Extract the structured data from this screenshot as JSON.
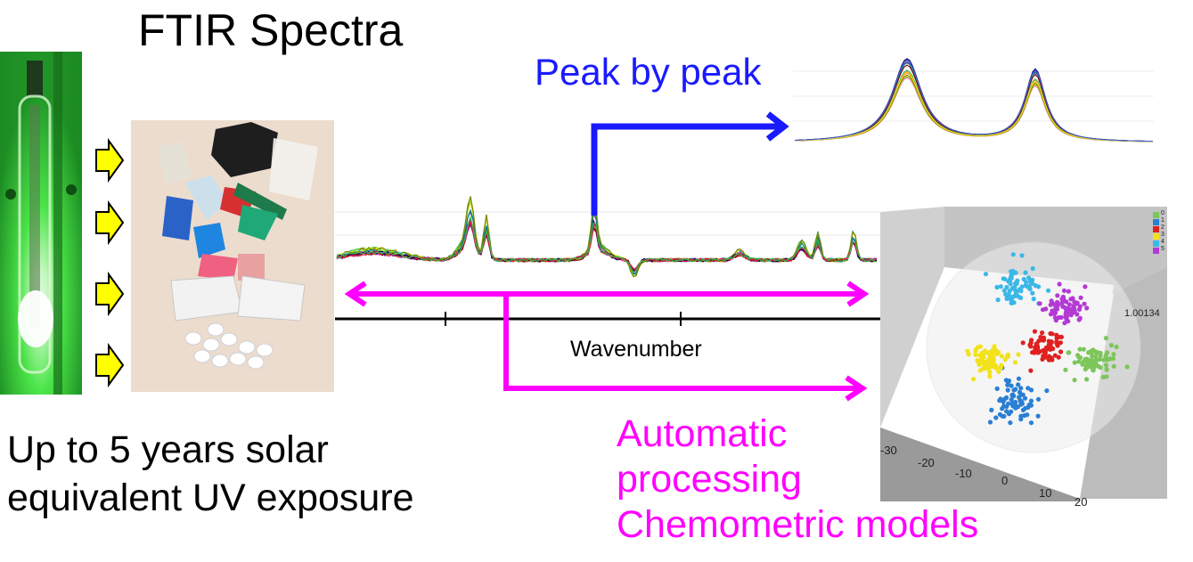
{
  "title": "FTIR Spectra",
  "peak_label": "Peak by peak",
  "exposure_lines": [
    "Up to 5 years solar",
    "equivalent UV exposure"
  ],
  "auto_lines": [
    "Automatic",
    "processing",
    "Chemometric models"
  ],
  "axis_label": "Wavenumber",
  "pca": {
    "x_ticks": [
      "-30",
      "-20",
      "-10",
      "0",
      "10",
      "20"
    ],
    "side_value": "1.00134",
    "legend": [
      "0",
      "1",
      "2",
      "3",
      "4",
      "5"
    ]
  },
  "colors": {
    "blue_arrow": "#1a1aff",
    "magenta_arrow": "#ff00ff",
    "yellow_arrow": "#ffff00",
    "uv_green": "#2fd23a",
    "clusters": [
      "#7cc65a",
      "#2a7fd4",
      "#e02020",
      "#f2e21a",
      "#3ab8e8",
      "#b33ad4"
    ]
  },
  "icons": [
    "yellow-arrow-icon",
    "uv-lamp-photo",
    "plastic-samples-photo"
  ]
}
